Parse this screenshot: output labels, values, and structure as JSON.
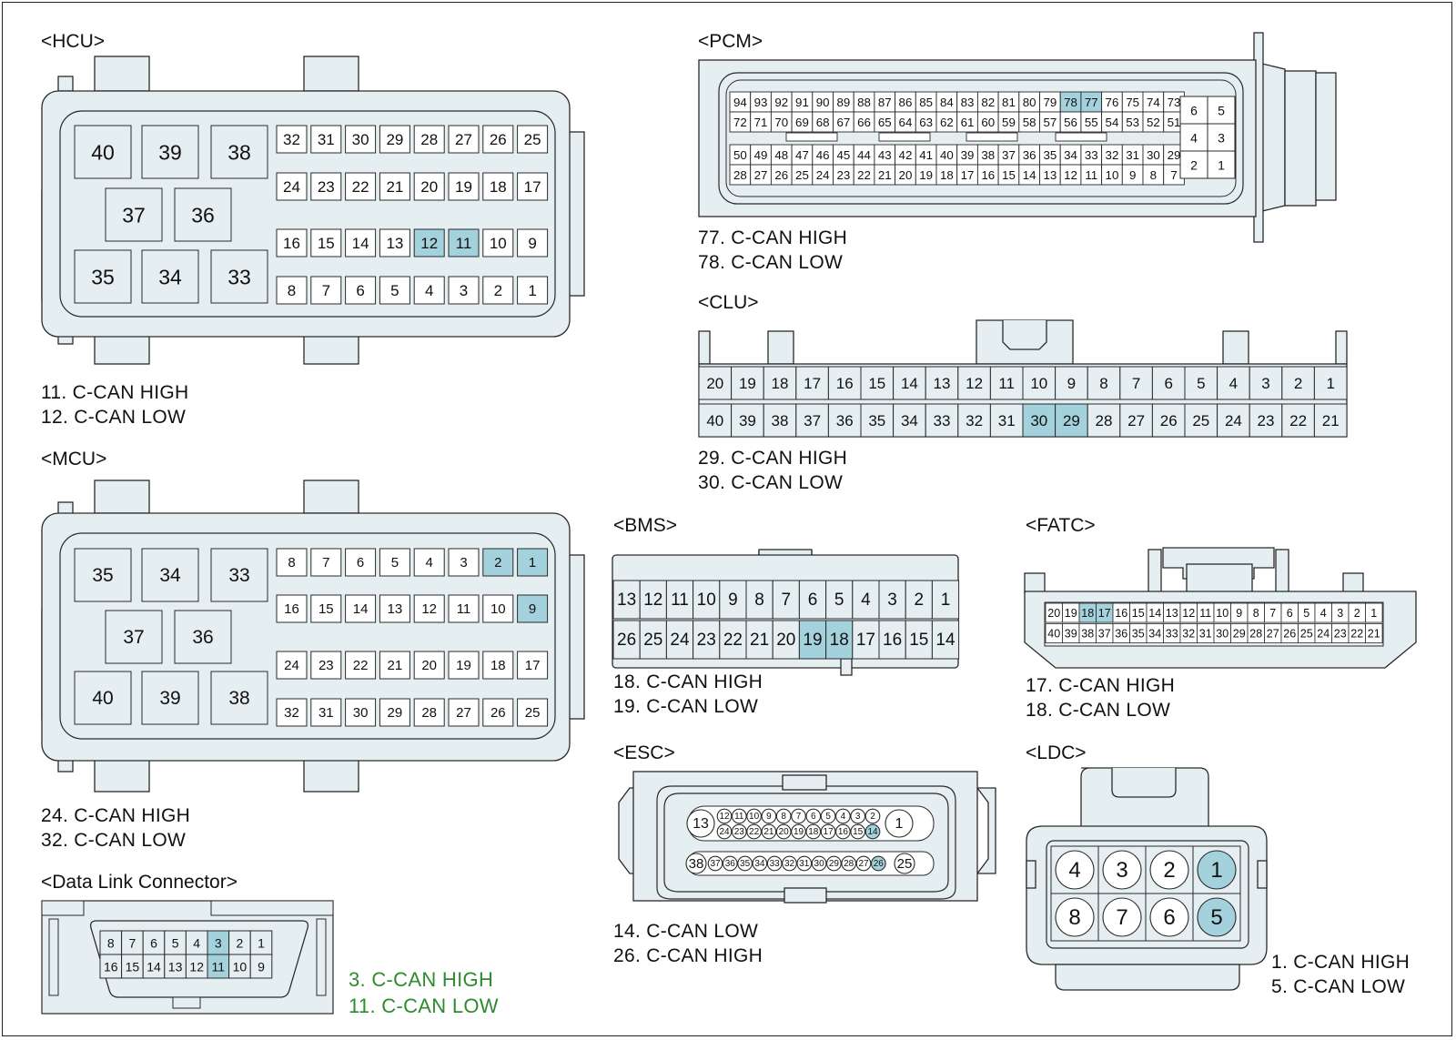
{
  "colors": {
    "body": "#e5eef1",
    "stroke": "#2a2a2a",
    "highlight": "#a3d1dc",
    "cell": "#ffffff",
    "note_green": "#2e8b2e"
  },
  "connectors": [
    {
      "id": "hcu",
      "title": "<HCU>",
      "highlight": [
        "11",
        "12"
      ],
      "big": [
        "40",
        "39",
        "38",
        "37",
        "36",
        "35",
        "34",
        "33"
      ],
      "rows": [
        [
          "32",
          "31",
          "30",
          "29",
          "28",
          "27",
          "26",
          "25"
        ],
        [
          "24",
          "23",
          "22",
          "21",
          "20",
          "19",
          "18",
          "17"
        ],
        [
          "16",
          "15",
          "14",
          "13",
          "12",
          "11",
          "10",
          "9"
        ],
        [
          "8",
          "7",
          "6",
          "5",
          "4",
          "3",
          "2",
          "1"
        ]
      ],
      "notes": [
        "11. C-CAN HIGH",
        "12. C-CAN LOW"
      ]
    },
    {
      "id": "pcm",
      "title": "<PCM>",
      "highlight": [
        "77",
        "78"
      ],
      "rows": [
        [
          "94",
          "93",
          "92",
          "91",
          "90",
          "89",
          "88",
          "87",
          "86",
          "85",
          "84",
          "83",
          "82",
          "81",
          "80",
          "79",
          "78",
          "77",
          "76",
          "75",
          "74",
          "73"
        ],
        [
          "72",
          "71",
          "70",
          "69",
          "68",
          "67",
          "66",
          "65",
          "64",
          "63",
          "62",
          "61",
          "60",
          "59",
          "58",
          "57",
          "56",
          "55",
          "54",
          "53",
          "52",
          "51"
        ],
        [
          "50",
          "49",
          "48",
          "47",
          "46",
          "45",
          "44",
          "43",
          "42",
          "41",
          "40",
          "39",
          "38",
          "37",
          "36",
          "35",
          "34",
          "33",
          "32",
          "31",
          "30",
          "29"
        ],
        [
          "28",
          "27",
          "26",
          "25",
          "24",
          "23",
          "22",
          "21",
          "20",
          "19",
          "18",
          "17",
          "16",
          "15",
          "14",
          "13",
          "12",
          "11",
          "10",
          "9",
          "8",
          "7"
        ]
      ],
      "small": [
        [
          "6",
          "5"
        ],
        [
          "4",
          "3"
        ],
        [
          "2",
          "1"
        ]
      ],
      "notes": [
        "77. C-CAN HIGH",
        "78. C-CAN LOW"
      ]
    },
    {
      "id": "clu",
      "title": "<CLU>",
      "highlight": [
        "29",
        "30"
      ],
      "rows": [
        [
          "20",
          "19",
          "18",
          "17",
          "16",
          "15",
          "14",
          "13",
          "12",
          "11",
          "10",
          "9",
          "8",
          "7",
          "6",
          "5",
          "4",
          "3",
          "2",
          "1"
        ],
        [
          "40",
          "39",
          "38",
          "37",
          "36",
          "35",
          "34",
          "33",
          "32",
          "31",
          "30",
          "29",
          "28",
          "27",
          "26",
          "25",
          "24",
          "23",
          "22",
          "21"
        ]
      ],
      "notes": [
        "29. C-CAN HIGH",
        "30. C-CAN LOW"
      ]
    },
    {
      "id": "mcu",
      "title": "<MCU>",
      "highlight": [
        "1",
        "2",
        "9"
      ],
      "big": [
        "35",
        "34",
        "33",
        "37",
        "36",
        "40",
        "39",
        "38"
      ],
      "rows": [
        [
          "8",
          "7",
          "6",
          "5",
          "4",
          "3",
          "2",
          "1"
        ],
        [
          "16",
          "15",
          "14",
          "13",
          "12",
          "11",
          "10",
          "9"
        ],
        [
          "24",
          "23",
          "22",
          "21",
          "20",
          "19",
          "18",
          "17"
        ],
        [
          "32",
          "31",
          "30",
          "29",
          "28",
          "27",
          "26",
          "25"
        ]
      ],
      "notes": [
        "24. C-CAN HIGH",
        "32. C-CAN LOW"
      ]
    },
    {
      "id": "bms",
      "title": "<BMS>",
      "highlight": [
        "18",
        "19"
      ],
      "rows": [
        [
          "13",
          "12",
          "11",
          "10",
          "9",
          "8",
          "7",
          "6",
          "5",
          "4",
          "3",
          "2",
          "1"
        ],
        [
          "26",
          "25",
          "24",
          "23",
          "22",
          "21",
          "20",
          "19",
          "18",
          "17",
          "16",
          "15",
          "14"
        ]
      ],
      "notes": [
        "18. C-CAN HIGH",
        "19. C-CAN LOW"
      ]
    },
    {
      "id": "fatc",
      "title": "<FATC>",
      "highlight": [
        "17",
        "18"
      ],
      "rows": [
        [
          "20",
          "19",
          "18",
          "17",
          "16",
          "15",
          "14",
          "13",
          "12",
          "11",
          "10",
          "9",
          "8",
          "7",
          "6",
          "5",
          "4",
          "3",
          "2",
          "1"
        ],
        [
          "40",
          "39",
          "38",
          "37",
          "36",
          "35",
          "34",
          "33",
          "32",
          "31",
          "30",
          "29",
          "28",
          "27",
          "26",
          "25",
          "24",
          "23",
          "22",
          "21"
        ]
      ],
      "notes": [
        "17. C-CAN HIGH",
        "18. C-CAN LOW"
      ]
    },
    {
      "id": "esc",
      "title": "<ESC>",
      "highlight": [
        "14",
        "26"
      ],
      "rows": [
        [
          "12",
          "11",
          "10",
          "9",
          "8",
          "7",
          "6",
          "5",
          "4",
          "3",
          "2"
        ],
        [
          "24",
          "23",
          "22",
          "21",
          "20",
          "19",
          "18",
          "17",
          "16",
          "15",
          "14"
        ],
        [
          "37",
          "36",
          "35",
          "34",
          "33",
          "32",
          "31",
          "30",
          "29",
          "28",
          "27",
          "26"
        ]
      ],
      "ends": [
        "13",
        "1",
        "38",
        "25"
      ],
      "notes": [
        "14. C-CAN LOW",
        "26. C-CAN HIGH"
      ]
    },
    {
      "id": "ldc",
      "title": "<LDC>",
      "highlight": [
        "1",
        "5"
      ],
      "rows": [
        [
          "4",
          "3",
          "2",
          "1"
        ],
        [
          "8",
          "7",
          "6",
          "5"
        ]
      ],
      "notes": [
        "1. C-CAN HIGH",
        "5. C-CAN LOW"
      ]
    },
    {
      "id": "dlc",
      "title": "<Data Link Connector>",
      "highlight": [
        "3",
        "11"
      ],
      "rows": [
        [
          "8",
          "7",
          "6",
          "5",
          "4",
          "3",
          "2",
          "1"
        ],
        [
          "16",
          "15",
          "14",
          "13",
          "12",
          "11",
          "10",
          "9"
        ]
      ],
      "notes": [
        "3. C-CAN HIGH",
        "11. C-CAN LOW"
      ]
    }
  ]
}
